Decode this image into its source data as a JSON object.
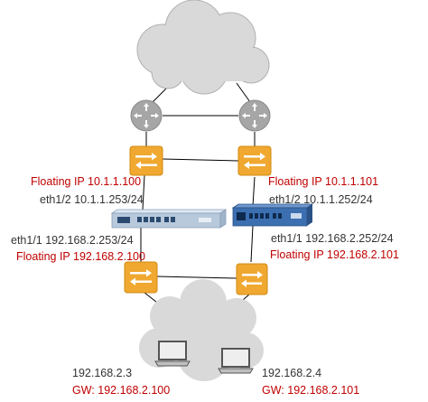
{
  "left": {
    "floating_upper": "Floating IP 10.1.1.100",
    "eth12": "eth1/2 10.1.1.253/24",
    "eth11": "eth1/1 192.168.2.253/24",
    "floating_lower": "Floating IP 192.168.2.100",
    "host_ip": "192.168.2.3",
    "host_gw": "GW: 192.168.2.100"
  },
  "right": {
    "floating_upper": "Floating IP 10.1.1.101",
    "eth12": "eth1/2 10.1.1.252/24",
    "eth11": "eth1/1 192.168.2.252/24",
    "floating_lower": "Floating IP 192.168.2.101",
    "host_ip": "192.168.2.4",
    "host_gw": "GW: 192.168.2.101"
  },
  "colors": {
    "cloud": "#d9d9d9",
    "switch": "#f0a830",
    "router": "#a6a6a6",
    "firewall_left": "#b8c9dc",
    "firewall_right": "#3c6fb0",
    "floating_ip_text": "#c00000",
    "link_line": "#000000"
  },
  "icons": {
    "top_cloud": "internet-cloud-icon",
    "routers": "router-icon",
    "switches": "switch-icon",
    "firewalls": "firewall-appliance-icon",
    "bottom_cloud": "lan-cloud-icon",
    "hosts": "laptop-icon"
  }
}
